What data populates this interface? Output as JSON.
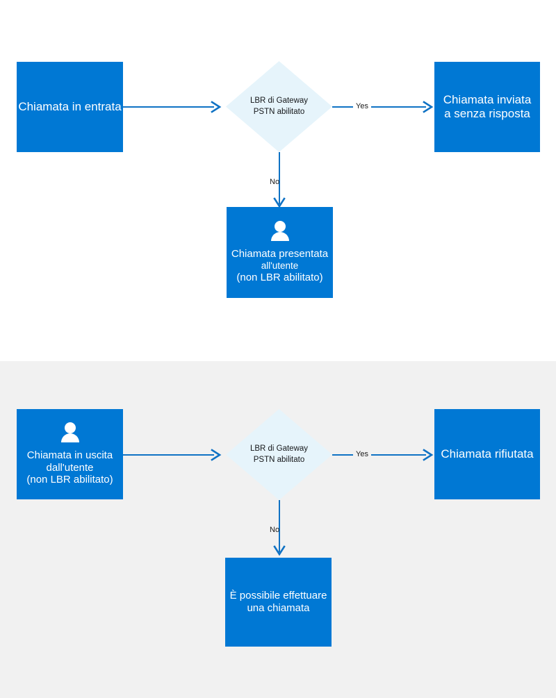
{
  "colors": {
    "process_fill": "#0078d4",
    "decision_fill": "#e6f4fb",
    "connector": "#0f72c4",
    "process_text": "#ffffff",
    "decision_text": "#15171a",
    "band_top_bg": "#ffffff",
    "band_bottom_bg": "#f1f1f1"
  },
  "inbound": {
    "start": {
      "label": "Chiamata in entrata"
    },
    "decision": {
      "line1": "LBR di Gateway",
      "line2": "PSTN abilitato"
    },
    "edge_yes": "Yes",
    "edge_no": "No",
    "yes_outcome": {
      "line1": "Chiamata inviata",
      "line2": "a senza risposta"
    },
    "no_outcome": {
      "line1": "Chiamata presentata",
      "line2": "all'utente",
      "line3": "(non LBR abilitato)",
      "icon": "person-icon"
    }
  },
  "outbound": {
    "start": {
      "line1": "Chiamata in uscita",
      "line2": "dall'utente",
      "line3": "(non LBR abilitato)",
      "icon": "person-icon"
    },
    "decision": {
      "line1": "LBR di Gateway",
      "line2": "PSTN abilitato"
    },
    "edge_yes": "Yes",
    "edge_no": "No",
    "yes_outcome": {
      "line1": "Chiamata rifiutata"
    },
    "no_outcome": {
      "line1": "È possibile effettuare",
      "line2": "una chiamata"
    }
  }
}
